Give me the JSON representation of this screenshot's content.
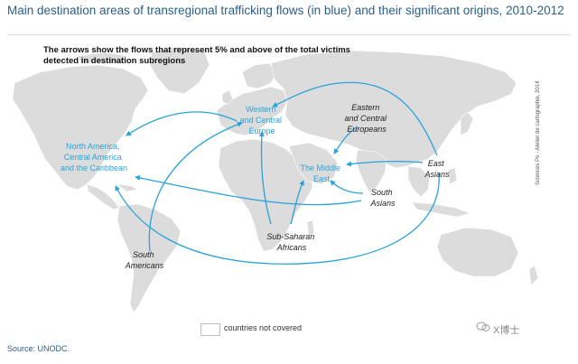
{
  "title": "Main destination areas of transregional trafficking flows (in blue) and their significant origins, 2010-2012",
  "subtitle": "The arrows show the flows that represent 5% and above of the total victims detected in destination subregions",
  "credit": "Sciences Po - Atelier de cartographie, 2014",
  "destinations": {
    "north_america": [
      "North America,",
      "Central America",
      "and the Caribbean"
    ],
    "western_europe": [
      "Western",
      "and Central",
      "Europe"
    ],
    "middle_east": [
      "The Middle",
      "East"
    ]
  },
  "origins": {
    "eastern_europe": [
      "Eastern",
      "and Central",
      "Europeans"
    ],
    "east_asians": [
      "East",
      "Asians"
    ],
    "south_asians": [
      "South",
      "Asians"
    ],
    "sub_saharan": [
      "Sub-Saharan",
      "Africans"
    ],
    "south_americans": [
      "South",
      "Americans"
    ]
  },
  "legend": {
    "not_covered": "countries not covered"
  },
  "source": "Source: UNODC.",
  "watermark": "X博士",
  "colors": {
    "flow": "#29a3d9",
    "land": "#dcdcdc",
    "destination_label": "#29a3d9",
    "title": "#2b5f8a"
  }
}
